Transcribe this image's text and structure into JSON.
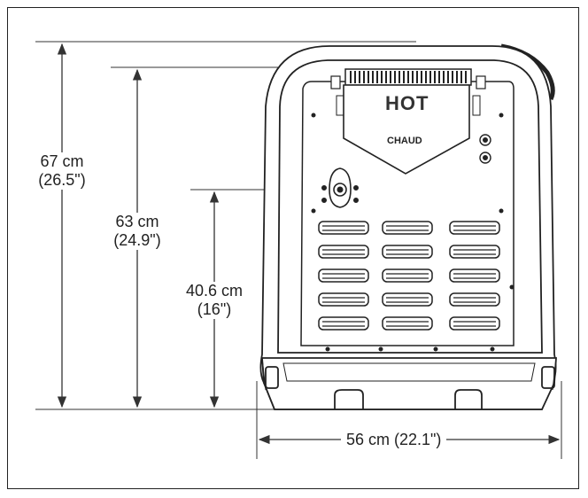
{
  "dimensions": {
    "height_total": {
      "metric": "67 cm",
      "imperial": "(26.5\")"
    },
    "height_top": {
      "metric": "63 cm",
      "imperial": "(24.9\")"
    },
    "height_inlet": {
      "metric": "40.6 cm",
      "imperial": "(16\")"
    },
    "width": {
      "label": "56 cm (22.1\")"
    }
  },
  "panel": {
    "warning_main": "HOT",
    "warning_sub": "CHAUD"
  }
}
